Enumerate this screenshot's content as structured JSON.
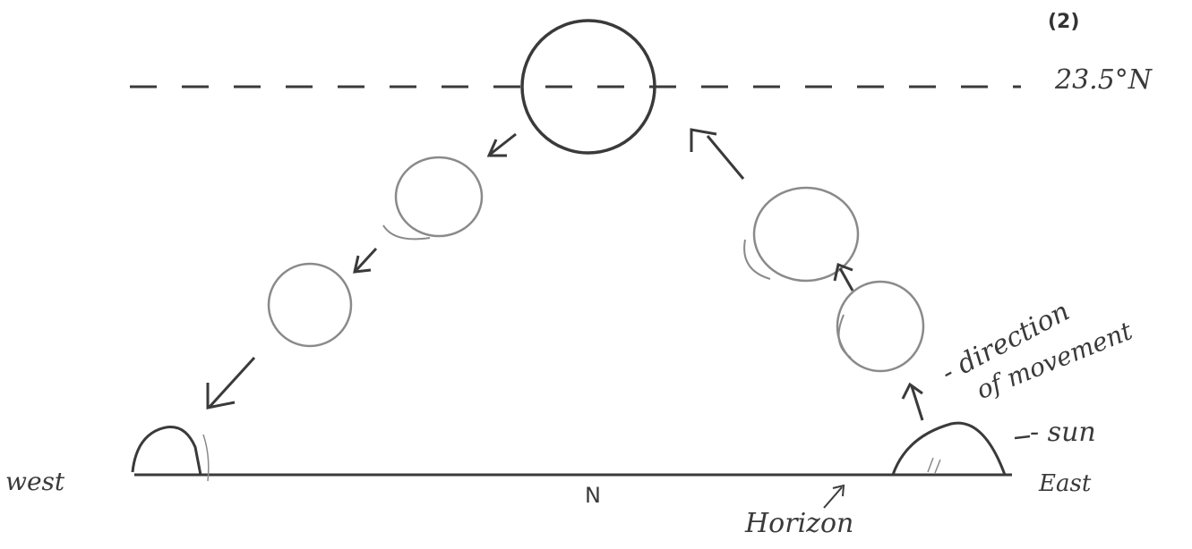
{
  "question_number": "(2)",
  "latitude_label": "23.5°N",
  "labels": {
    "west": "west",
    "north": "N",
    "east": "East",
    "horizon": "Horizon",
    "direction_line1": "- direction",
    "direction_line2": "of movement",
    "sun": "- sun"
  },
  "colors": {
    "ink": "#3a3a3a",
    "pencil": "#8a8a8a",
    "background": "#ffffff"
  }
}
